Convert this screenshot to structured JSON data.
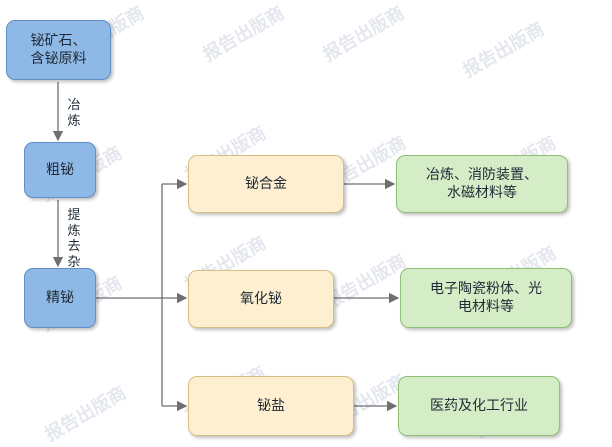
{
  "nodes": {
    "raw": "铋矿石、\n含铋原料",
    "crude": "粗铋",
    "refined": "精铋",
    "alloy": "铋合金",
    "oxide": "氧化铋",
    "salt": "铋盐",
    "alloy_use": "冶炼、消防装置、\n水磁材料等",
    "oxide_use": "电子陶瓷粉体、光\n电材料等",
    "salt_use": "医药及化工行业"
  },
  "edges": {
    "raw_to_crude": "冶\n炼",
    "crude_to_refined": "提\n炼\n去\n杂"
  },
  "watermark": "报告出版商",
  "colors": {
    "source_fill": "#8eb8e5",
    "product_fill": "#fdefcf",
    "application_fill": "#d5edc6",
    "connector": "#6f6f6f"
  }
}
